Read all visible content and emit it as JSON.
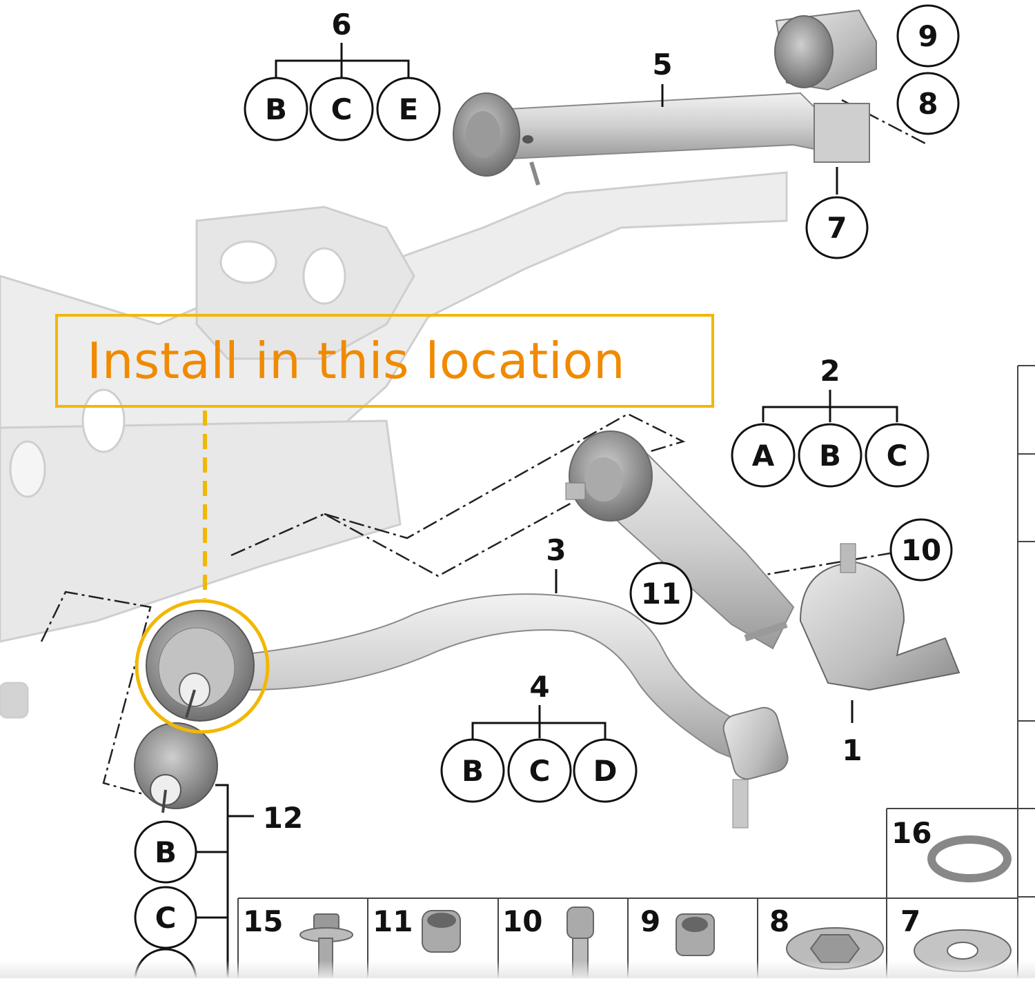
{
  "callout": {
    "text": "Install in this location",
    "border_color": "#F2B705",
    "text_color": "#F08A00"
  },
  "part_labels": {
    "p1": "1",
    "p2": "2",
    "p3": "3",
    "p4": "4",
    "p5": "5",
    "p6": "6",
    "p7": "7",
    "p8": "8",
    "p9": "9",
    "p10": "10",
    "p11": "11",
    "p12": "12"
  },
  "variant_groups": {
    "group6": [
      "B",
      "C",
      "E"
    ],
    "group2": [
      "A",
      "B",
      "C"
    ],
    "group4": [
      "B",
      "C",
      "D"
    ],
    "group12": [
      "B",
      "C"
    ]
  },
  "hardware_table": {
    "cells": [
      "15",
      "11",
      "10",
      "9",
      "8",
      "7"
    ],
    "extra_cell": "16"
  }
}
